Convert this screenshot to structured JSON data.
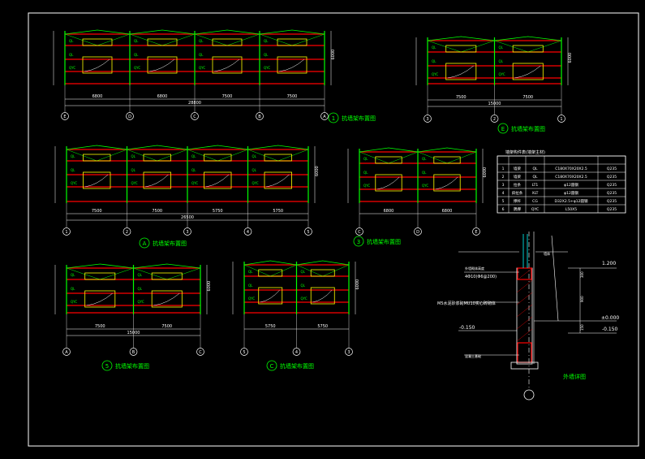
{
  "colors": {
    "background": "#000000",
    "frame": "#ffffff",
    "column": "#00ff00",
    "beam": "#ff0000",
    "opening": "#ffff00",
    "dimension": "#ffffff",
    "caption": "#00ff00"
  },
  "elevations": [
    {
      "id": "e1",
      "axes": [
        "E",
        "D",
        "C",
        "B",
        "A"
      ],
      "spans": [
        "6800",
        "6800",
        "7500",
        "7500"
      ],
      "total": "28800",
      "height": "6000",
      "caption_num": "1",
      "caption_text": "抗墙架布置图"
    },
    {
      "id": "e2",
      "axes": [
        "3",
        "2",
        "1"
      ],
      "spans": [
        "7500",
        "7500"
      ],
      "total": "15000",
      "height": "6000",
      "caption_num": "E",
      "caption_text": "抗墙架布置图"
    },
    {
      "id": "e3",
      "axes": [
        "1",
        "2",
        "3",
        "4",
        "5"
      ],
      "spans": [
        "7500",
        "7500",
        "5750",
        "5750"
      ],
      "total": "26500",
      "height": "6000",
      "caption_num": "A",
      "caption_text": "抗墙架布置图"
    },
    {
      "id": "e4",
      "axes": [
        "C",
        "D",
        "E"
      ],
      "spans": [
        "6800",
        "6800"
      ],
      "total": "",
      "height": "6000",
      "caption_num": "3",
      "caption_text": "抗墙架布置图"
    },
    {
      "id": "e5",
      "axes": [
        "A",
        "B",
        "C"
      ],
      "spans": [
        "7500",
        "7500"
      ],
      "total": "15000",
      "height": "6000",
      "caption_num": "5",
      "caption_text": "抗墙架布置图"
    },
    {
      "id": "e6",
      "axes": [
        "5",
        "4",
        "3"
      ],
      "spans": [
        "5750",
        "5750"
      ],
      "total": "",
      "height": "6000",
      "caption_num": "C",
      "caption_text": "抗墙架布置图"
    }
  ],
  "table": {
    "title": "墙架构件表(墙架主材)",
    "rows": [
      [
        "1",
        "墙梁",
        "QL",
        "C180X70X20X2.5",
        "Q235"
      ],
      [
        "2",
        "墙梁",
        "QL",
        "C180X70X20X2.5",
        "Q235"
      ],
      [
        "3",
        "拉条",
        "LT1",
        "φ12圆钢",
        "Q235"
      ],
      [
        "4",
        "斜拉条",
        "XLT",
        "φ12圆钢",
        "Q235"
      ],
      [
        "5",
        "撑杆",
        "CG",
        "D32X2.5+φ12圆钢",
        "Q235"
      ],
      [
        "6",
        "隅撑",
        "QYC",
        "L50X5",
        "Q235"
      ]
    ]
  },
  "detail": {
    "caption": "外墙详图",
    "label_top": "外墙砌体高度",
    "label_beam": "4Φ10(Φ6@200)",
    "label_mortar": "M5水泥砂浆砌MU10实心砖砌体",
    "label_bottom": "混凝土基础",
    "label_right": "墙体",
    "elev_top": "1.200",
    "elev_mid": "±0.000",
    "elev_low": "-0.150",
    "elev_left": "-0.150",
    "dim_a": "300",
    "dim_b": "900",
    "dim_c": "150"
  }
}
